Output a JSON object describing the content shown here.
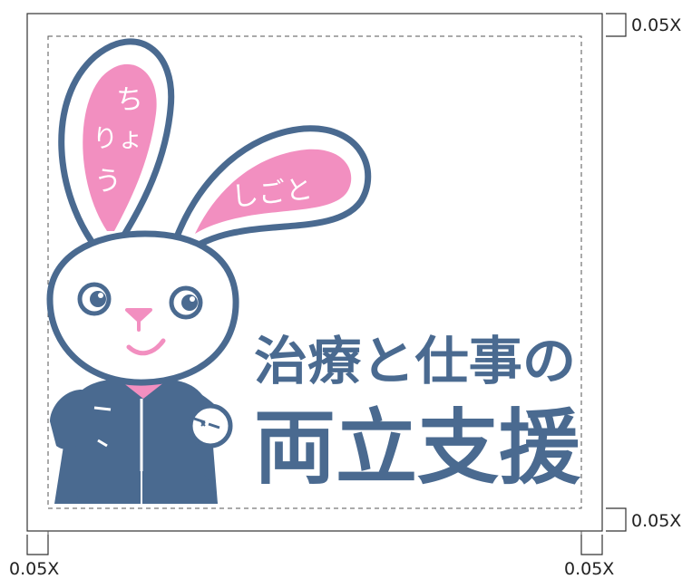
{
  "colors": {
    "navy": "#4a6a90",
    "pink": "#f28fc0",
    "white": "#ffffff",
    "guide": "#555555"
  },
  "mark": {
    "left_ear_text": [
      "ち",
      "りょ",
      "う"
    ],
    "right_ear_text": "しごと",
    "title_line1": "治療と仕事の",
    "title_line2": "両立支援"
  },
  "margin_labels": {
    "top": "0.05X",
    "bottom": "0.05X",
    "left": "0.05X",
    "right": "0.05X"
  }
}
